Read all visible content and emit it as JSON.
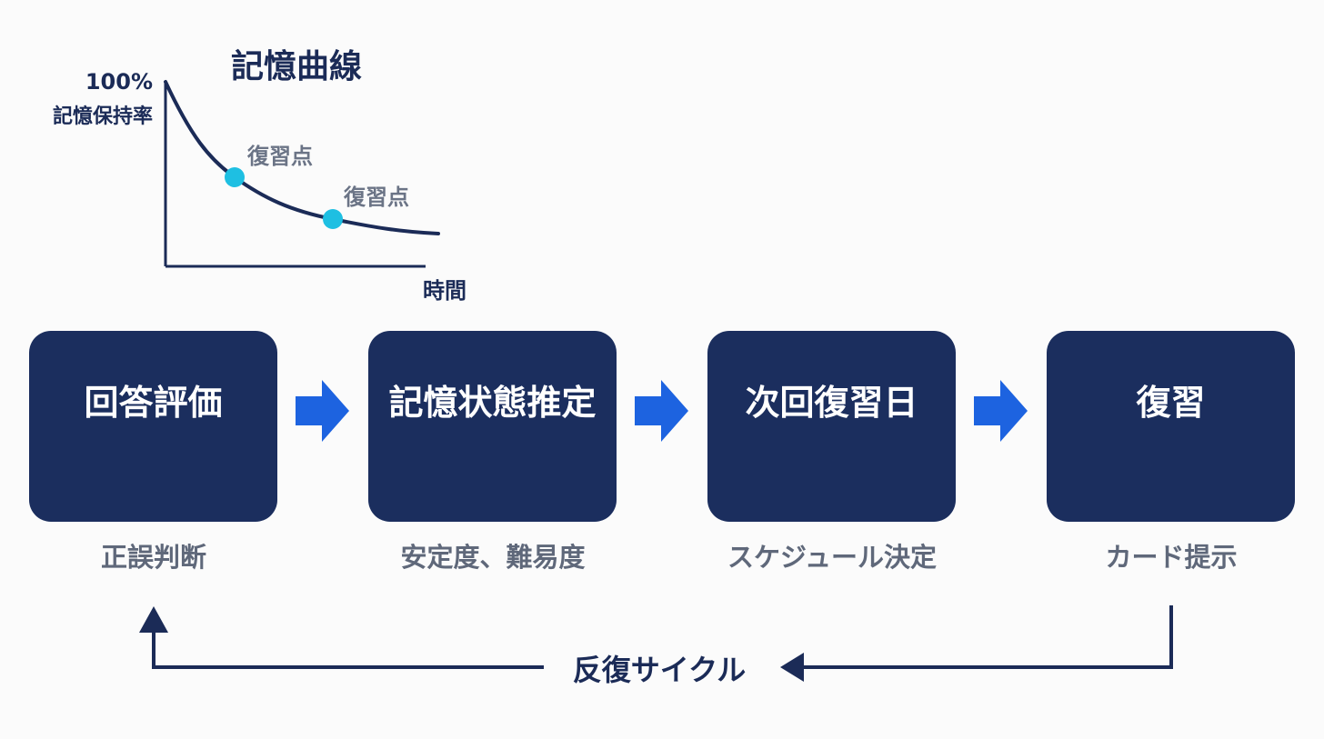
{
  "curve": {
    "title": "記憶曲線",
    "y_max_label": "100%",
    "y_axis_label": "記憶保持率",
    "x_axis_label": "時間",
    "review_points": [
      "復習点",
      "復習点"
    ],
    "colors": {
      "line": "#1b2b57",
      "point": "#1ebfe2"
    }
  },
  "steps": [
    {
      "title": "回答評価",
      "caption": "正誤判断"
    },
    {
      "title": "記憶状態推定",
      "caption": "安定度、難易度"
    },
    {
      "title": "次回復習日",
      "caption": "スケジュール決定"
    },
    {
      "title": "復習",
      "caption": "カード提示"
    }
  ],
  "cycle": {
    "label": "反復サイクル"
  },
  "colors": {
    "box": "#1b2e5e",
    "arrow": "#1d63e0",
    "text_dark": "#1b2b57",
    "text_gray": "#5f687a",
    "background": "#fbfbfb"
  }
}
